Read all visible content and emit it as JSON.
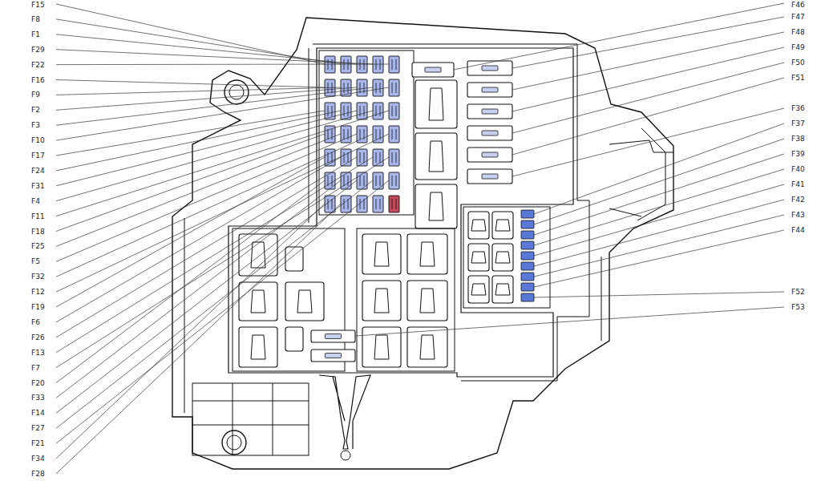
{
  "diagram": {
    "labels": [
      "F15",
      "F8",
      "F1",
      "F29",
      "F22",
      "F16",
      "F9",
      "F2",
      "F3",
      "F10",
      "F17",
      "F24",
      "F31",
      "F4",
      "F11",
      "F18",
      "F25",
      "F5",
      "F32",
      "F12",
      "F19",
      "F6",
      "F26",
      "F13",
      "F7",
      "F20",
      "F33",
      "F14",
      "F27",
      "F21",
      "F34",
      "F28",
      "F46",
      "F47",
      "F48",
      "F49",
      "F50",
      "F51",
      "F36",
      "F37",
      "F38",
      "F39",
      "F40",
      "F41",
      "F42",
      "F43",
      "F44",
      "F52",
      "F53"
    ]
  }
}
